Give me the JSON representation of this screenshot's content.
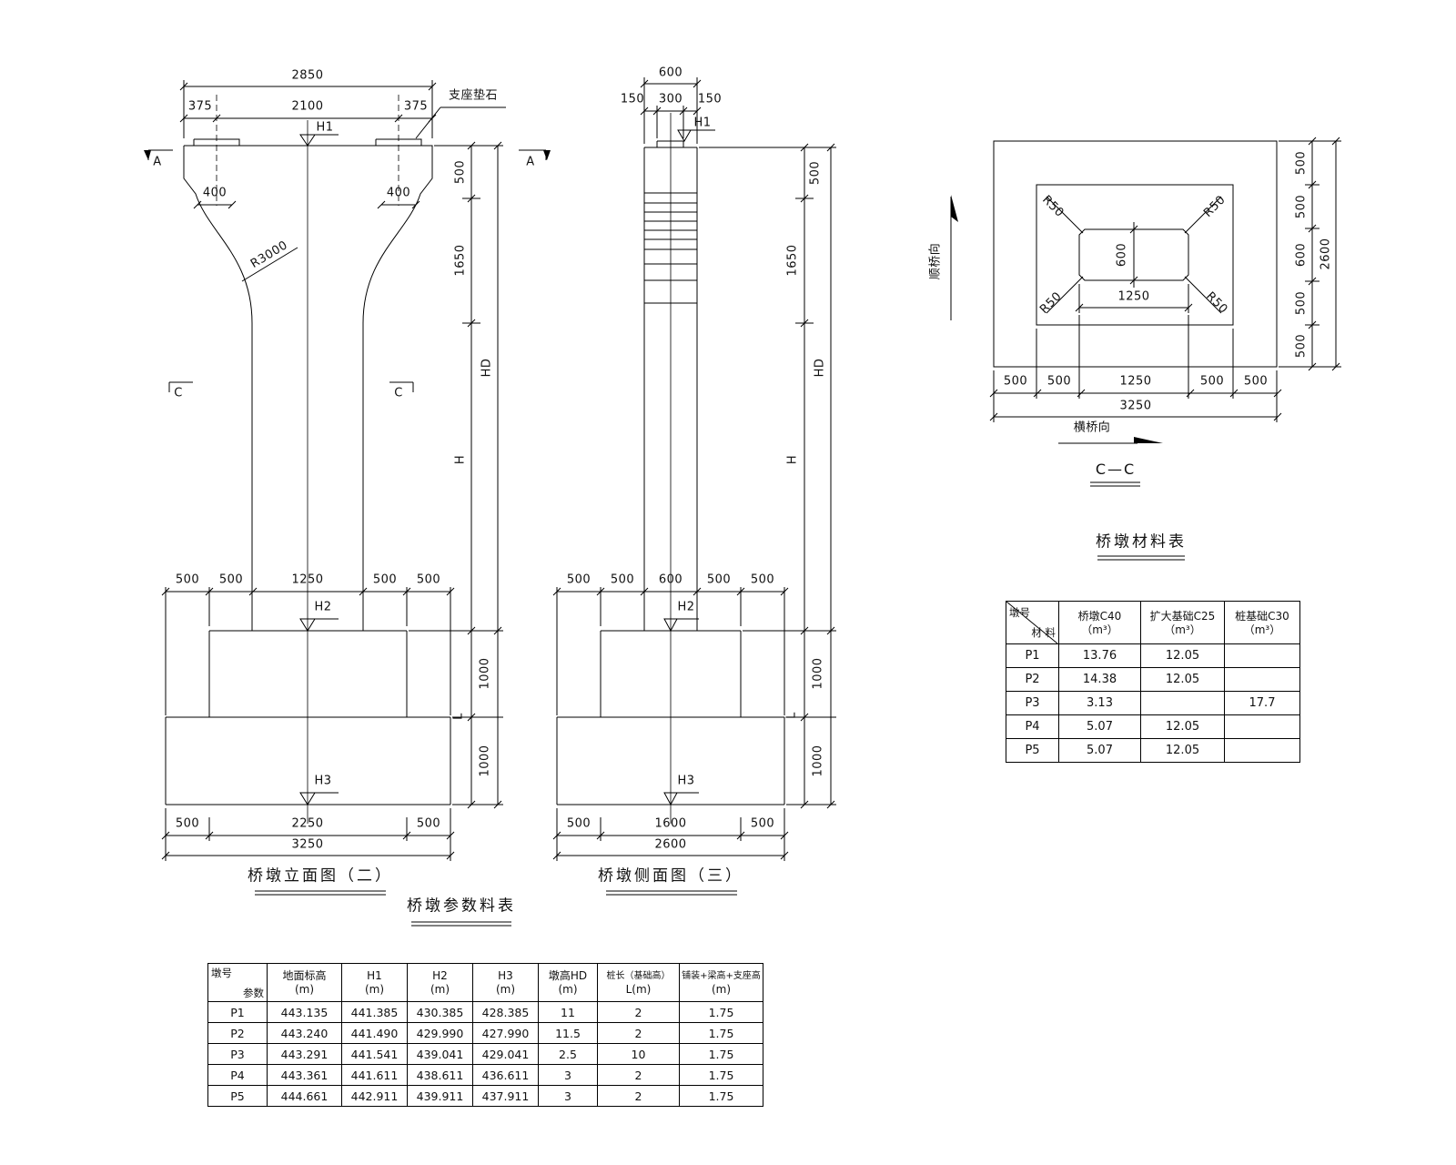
{
  "elevation": {
    "title": "桥墩立面图（二）",
    "marker_a": "A",
    "marker_c": "C",
    "labels": {
      "bearing": "支座垫石",
      "radius": "R3000",
      "h1": "H1",
      "h2": "H2",
      "h3": "H3",
      "hd": "HD",
      "h": "H",
      "l": "L"
    },
    "dims": {
      "total_top": "2850",
      "top": [
        "375",
        "2100",
        "375"
      ],
      "pad_left": "400",
      "pad_right": "400",
      "mid": [
        "500",
        "500",
        "1250",
        "500",
        "500"
      ],
      "right": [
        "500",
        "1650",
        "1000",
        "1000"
      ],
      "bottom": [
        "500",
        "2250",
        "500"
      ],
      "total_bottom": "3250"
    }
  },
  "side": {
    "title": "桥墩侧面图（三）",
    "labels": {
      "h1": "H1",
      "h2": "H2",
      "h3": "H3",
      "hd": "HD",
      "h": "H",
      "l": "L"
    },
    "dims": {
      "total_top": "600",
      "top": [
        "150",
        "300",
        "150"
      ],
      "mid": [
        "500",
        "500",
        "600",
        "500",
        "500"
      ],
      "right": [
        "500",
        "1650",
        "1000",
        "1000"
      ],
      "bottom": [
        "500",
        "1600",
        "500"
      ],
      "total_bottom": "2600"
    }
  },
  "section_cc": {
    "title": "C—C",
    "along_bridge": "顺桥向",
    "across_bridge": "横桥向",
    "r50": "R50",
    "inner_width": "600",
    "inner_length": "1250",
    "dims": {
      "bottom": [
        "500",
        "500",
        "1250",
        "500",
        "500"
      ],
      "total_bottom": "3250",
      "right": [
        "500",
        "500",
        "600",
        "500",
        "500"
      ],
      "total_right": "2600"
    }
  },
  "material_table": {
    "title": "桥墩材料表",
    "corner": {
      "top": "材 料",
      "bottom": "墩号"
    },
    "columns": [
      {
        "l1": "桥墩C40",
        "l2": "（m³）"
      },
      {
        "l1": "扩大基础C25",
        "l2": "（m³）"
      },
      {
        "l1": "桩基础C30",
        "l2": "（m³）"
      }
    ],
    "rows": [
      [
        "P1",
        "13.76",
        "12.05",
        ""
      ],
      [
        "P2",
        "14.38",
        "12.05",
        ""
      ],
      [
        "P3",
        "3.13",
        "",
        "17.7"
      ],
      [
        "P4",
        "5.07",
        "12.05",
        ""
      ],
      [
        "P5",
        "5.07",
        "12.05",
        ""
      ]
    ]
  },
  "param_table": {
    "title": "桥墩参数料表",
    "corner": {
      "top": "参数",
      "bottom": "墩号"
    },
    "columns": [
      {
        "l1": "地面标高",
        "l2": "(m)"
      },
      {
        "l1": "H1",
        "l2": "(m)"
      },
      {
        "l1": "H2",
        "l2": "(m)"
      },
      {
        "l1": "H3",
        "l2": "(m)"
      },
      {
        "l1": "墩高HD",
        "l2": "(m)"
      },
      {
        "l1": "桩长（基础高）",
        "l2": "L(m)"
      },
      {
        "l1": "铺装+梁高+支座高",
        "l2": "(m)"
      }
    ],
    "rows": [
      [
        "P1",
        "443.135",
        "441.385",
        "430.385",
        "428.385",
        "11",
        "2",
        "1.75"
      ],
      [
        "P2",
        "443.240",
        "441.490",
        "429.990",
        "427.990",
        "11.5",
        "2",
        "1.75"
      ],
      [
        "P3",
        "443.291",
        "441.541",
        "439.041",
        "429.041",
        "2.5",
        "10",
        "1.75"
      ],
      [
        "P4",
        "443.361",
        "441.611",
        "438.611",
        "436.611",
        "3",
        "2",
        "1.75"
      ],
      [
        "P5",
        "444.661",
        "442.911",
        "439.911",
        "437.911",
        "3",
        "2",
        "1.75"
      ]
    ]
  }
}
